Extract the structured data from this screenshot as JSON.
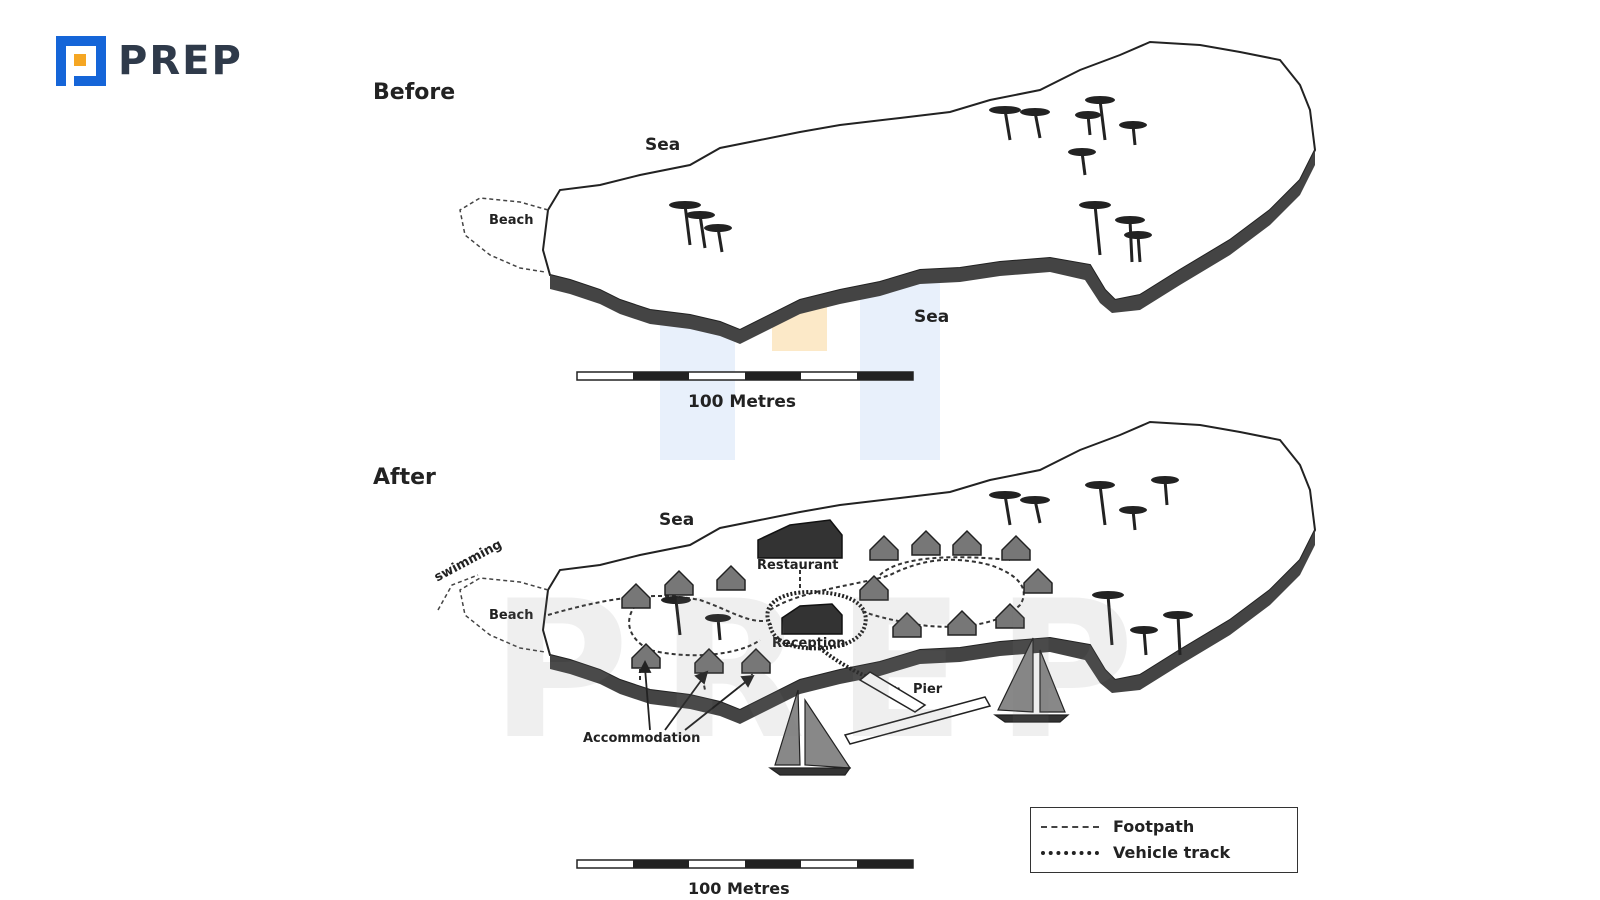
{
  "brand": {
    "name": "PREP",
    "accent": "#1565d8",
    "accent_orange": "#f5a623",
    "icon": "prep-logo-icon"
  },
  "before": {
    "title": "Before",
    "labels": {
      "sea_north": "Sea",
      "sea_south": "Sea",
      "beach": "Beach"
    },
    "scale": "100 Metres"
  },
  "after": {
    "title": "After",
    "labels": {
      "sea_north": "Sea",
      "beach": "Beach",
      "swimming": "swimming",
      "restaurant": "Restaurant",
      "reception": "Reception",
      "pier": "Pier",
      "accommodation": "Accommodation"
    },
    "scale": "100 Metres"
  },
  "legend": {
    "footpath": "Footpath",
    "vehicle_track": "Vehicle track"
  },
  "watermark": "PREP"
}
